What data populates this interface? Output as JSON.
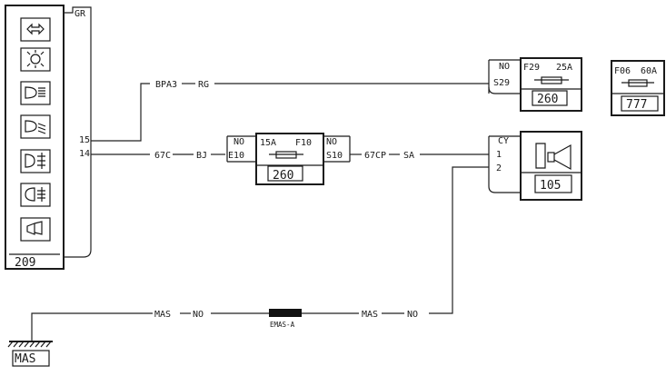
{
  "switch_panel": {
    "code": "209",
    "wire_color": "GR",
    "pin_15": "15",
    "pin_14": "14",
    "icons": [
      "hazard-arrows-icon",
      "sidelight-icon",
      "main-beam-icon",
      "dipped-beam-icon",
      "front-fog-icon",
      "rear-fog-icon",
      "horn-icon"
    ]
  },
  "wires": {
    "top_code": "BPA3",
    "top_color": "RG",
    "mid_left_code": "67C",
    "mid_left_color": "BJ",
    "mid_right_code": "67CP",
    "mid_right_color": "SA",
    "ground_code_left": "MAS",
    "ground_color_left": "NO",
    "ground_code_right": "MAS",
    "ground_color_right": "NO",
    "splice": "EMAS-A"
  },
  "fuse_f10": {
    "left_color": "NO",
    "left_pin": "E10",
    "rating": "15A",
    "name": "F10",
    "right_color": "NO",
    "right_pin": "S10",
    "box": "260"
  },
  "fuse_f29": {
    "color": "NO",
    "pin": "S29",
    "name": "F29",
    "rating": "25A",
    "box": "260"
  },
  "fuse_f06": {
    "name": "F06",
    "rating": "60A",
    "box": "777"
  },
  "horn": {
    "color": "CY",
    "pin1": "1",
    "pin2": "2",
    "code": "105"
  },
  "ground": {
    "label": "MAS"
  }
}
